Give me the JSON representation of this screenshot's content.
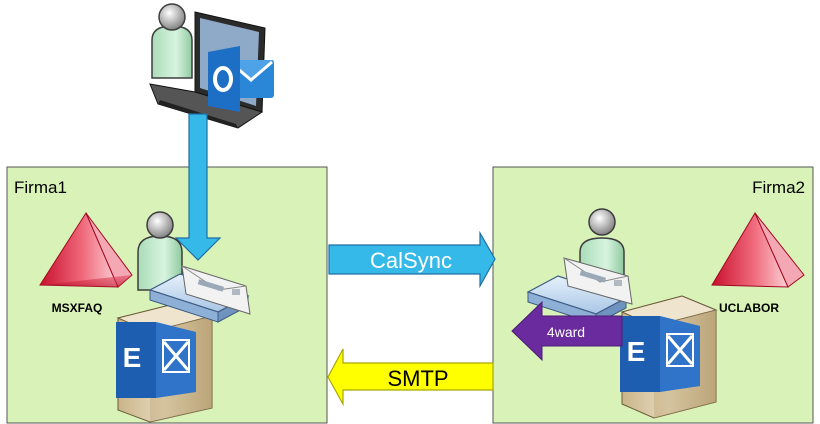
{
  "company_left": {
    "name": "Firma1",
    "forest": "MSXFAQ"
  },
  "company_right": {
    "name": "Firma2",
    "forest": "UCLABOR"
  },
  "arrows": {
    "top": "CalSync",
    "bottom": "SMTP",
    "forward": "4ward"
  },
  "colors": {
    "box_fill": "#d9f2b8",
    "box_stroke": "#555555",
    "calsync_arrow": "#34b9e8",
    "smtp_arrow": "#ffff00",
    "forward_arrow": "#6a2b9e",
    "exchange_blue": "#1e5eb0",
    "outlook_blue": "#1c6fc4"
  },
  "icons": [
    "laptop-icon",
    "outlook-icon",
    "user-icon",
    "mailbox-icon",
    "exchange-server-icon",
    "forest-pyramid-icon"
  ]
}
